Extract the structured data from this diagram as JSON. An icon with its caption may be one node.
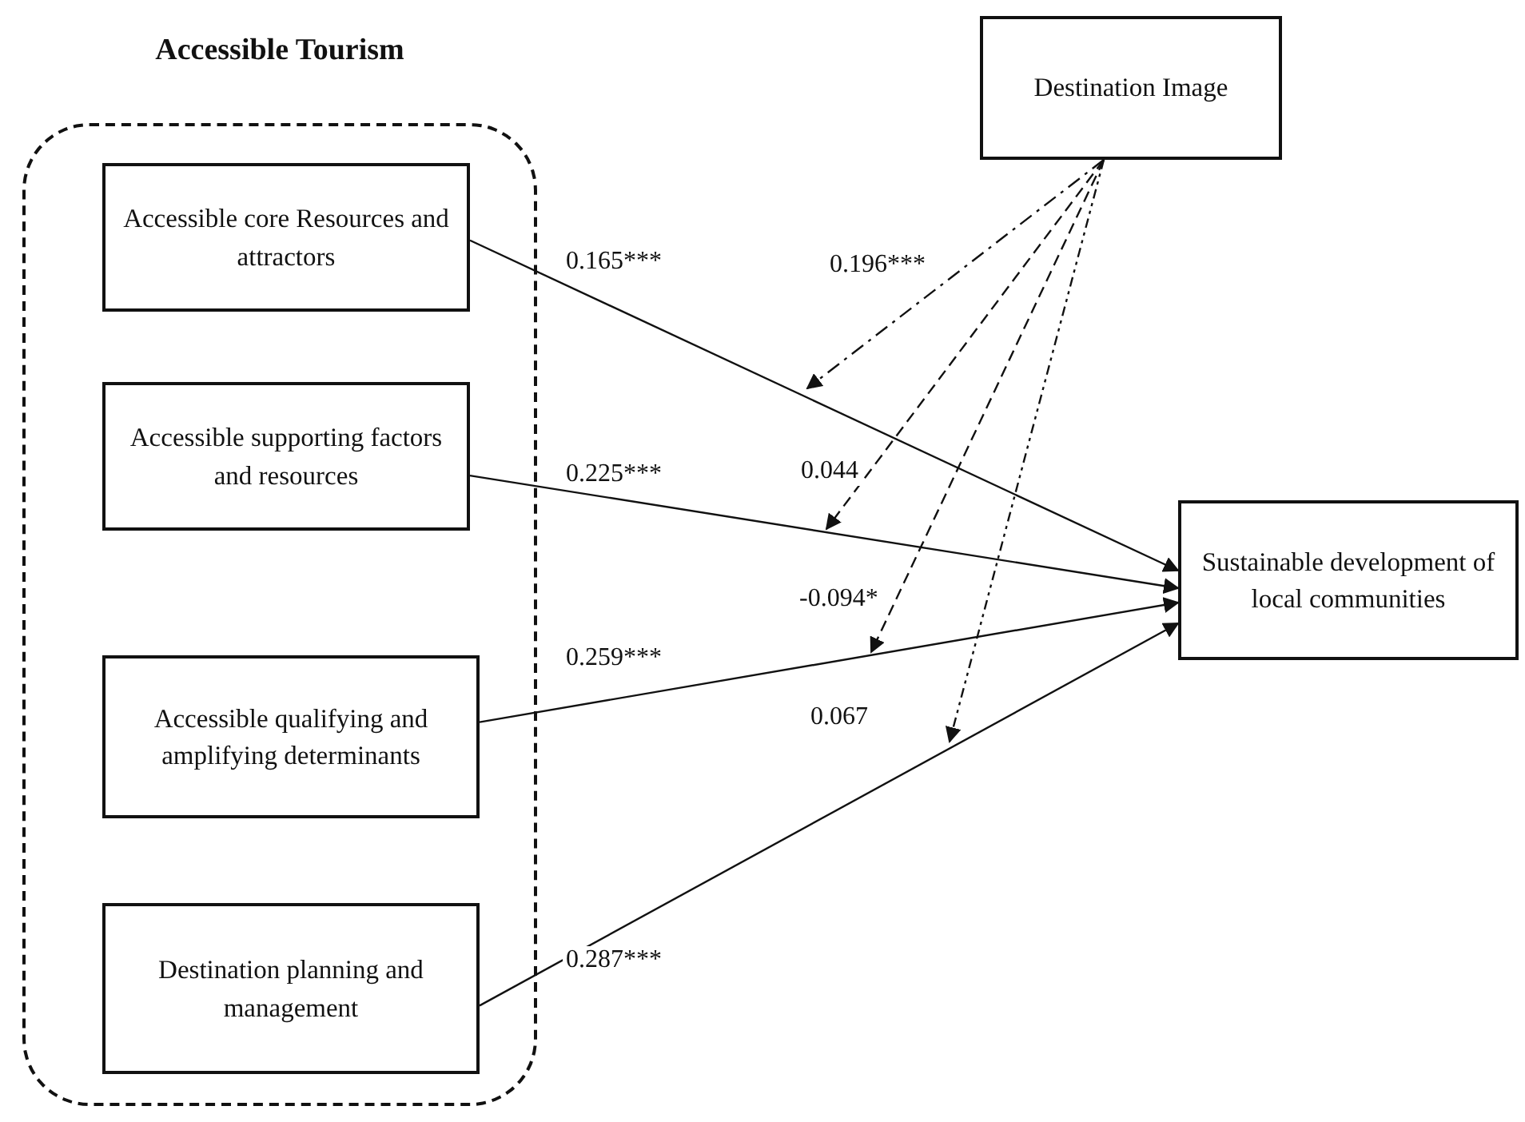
{
  "diagram": {
    "nodes": [
      {
        "text": [
          "Accessible Tourism"
        ]
      },
      {
        "text": [
          "Accessible core Resources and attractors"
        ],
        "in": 0
      },
      {
        "text": [
          "Accessible supporting factors and resources"
        ],
        "in": 0
      },
      {
        "text": [
          "Accessible qualifying and amplifying determinants"
        ],
        "in": 0
      },
      {
        "text": [
          "Destination planning and management"
        ],
        "in": 0
      },
      {
        "text": [
          "Destination Image"
        ]
      },
      {
        "text": [
          "Sustainable development of local communities"
        ]
      }
    ],
    "edges": [
      {
        "from": 1,
        "to": 6,
        "arrow": "to",
        "label": "0.165***"
      },
      {
        "from": 2,
        "to": 6,
        "arrow": "to",
        "label": "0.225***"
      },
      {
        "from": 3,
        "to": 6,
        "arrow": "to",
        "label": "0.259***"
      },
      {
        "from": 4,
        "to": 6,
        "arrow": "to",
        "label": "0.287***"
      },
      {
        "from": 5,
        "to": null,
        "arrow": "to",
        "label": "0.196***",
        "style": "dashed"
      },
      {
        "from": 5,
        "to": null,
        "arrow": "to",
        "label": "0.044",
        "style": "dashed"
      },
      {
        "from": 5,
        "to": null,
        "arrow": "to",
        "label": "-0.094*",
        "style": "dashed"
      },
      {
        "from": 5,
        "to": null,
        "arrow": "to",
        "label": "0.067",
        "style": "dashed"
      }
    ]
  }
}
